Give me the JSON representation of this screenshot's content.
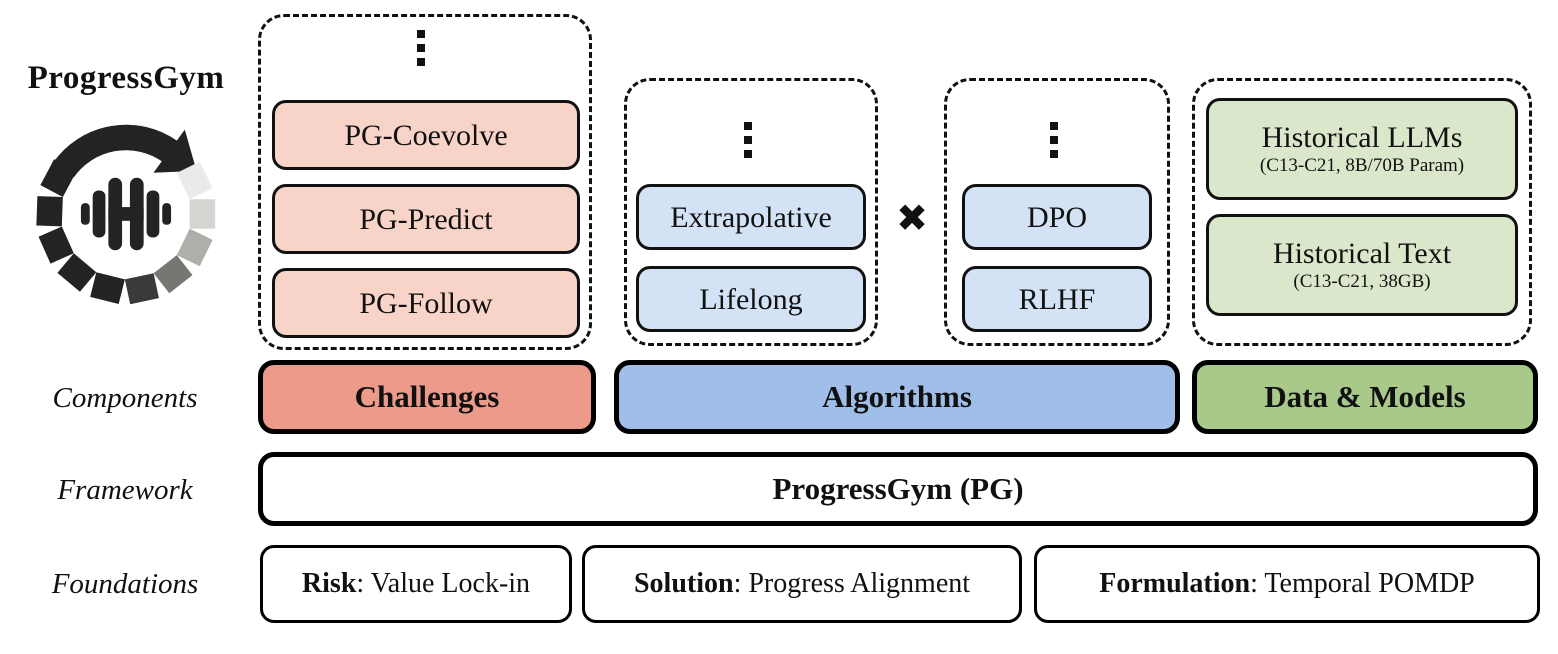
{
  "colors": {
    "pink-light": "#f7d3c8",
    "pink": "#ec9a8a",
    "blue-light": "#d4e2f6",
    "blue": "#9fbfe9",
    "green-light": "#dbe7cb",
    "green": "#a9c98b",
    "ink": "#111111",
    "logo-dark": "#232321"
  },
  "logo": {
    "title": "ProgressGym",
    "icon": "circular-progress-arrow-with-dumbbell"
  },
  "row_labels": {
    "components": "Components",
    "framework": "Framework",
    "foundations": "Foundations"
  },
  "challenges_group": {
    "items": [
      "PG-Coevolve",
      "PG-Predict",
      "PG-Follow"
    ]
  },
  "algorithms_group": {
    "operator": "✖",
    "left_items": [
      "Extrapolative",
      "Lifelong"
    ],
    "right_items": [
      "DPO",
      "RLHF"
    ]
  },
  "data_models_group": {
    "items": [
      {
        "title": "Historical LLMs",
        "subtitle": "(C13-C21, 8B/70B Param)"
      },
      {
        "title": "Historical Text",
        "subtitle": "(C13-C21, 38GB)"
      }
    ]
  },
  "components": {
    "challenges": "Challenges",
    "algorithms": "Algorithms",
    "data_models": "Data & Models"
  },
  "framework": {
    "label": "ProgressGym (PG)"
  },
  "foundations": {
    "items": [
      {
        "term": "Risk",
        "rest": ": Value Lock-in"
      },
      {
        "term": "Solution",
        "rest": ": Progress Alignment"
      },
      {
        "term": "Formulation",
        "rest": ": Temporal POMDP"
      }
    ]
  }
}
